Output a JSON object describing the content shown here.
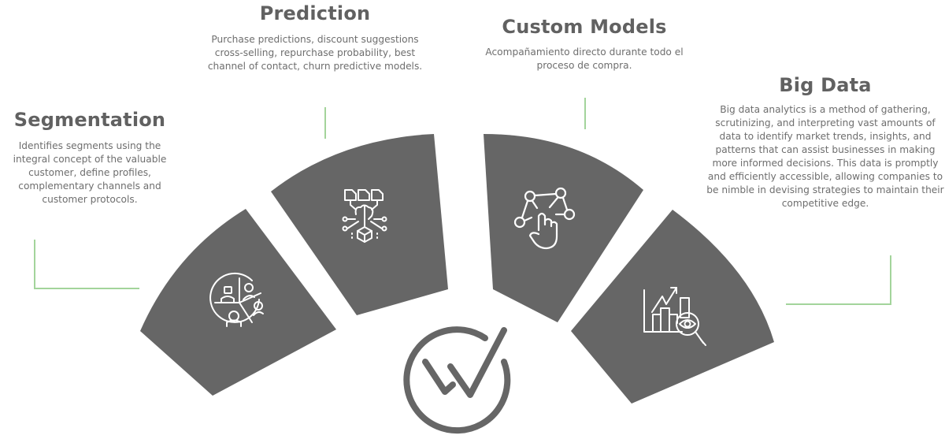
{
  "colors": {
    "segment_fill": "#666666",
    "connector": "#a3d49b",
    "icon_stroke": "#ffffff",
    "logo": "#666666",
    "heading": "#616161",
    "body_text": "#6e6e6e"
  },
  "sections": [
    {
      "id": "segmentation",
      "title": "Segmentation",
      "description": "Identifies segments using the integral concept of the valuable customer, define profiles, complementary channels and customer protocols.",
      "icon": "customer-segments-icon"
    },
    {
      "id": "prediction",
      "title": "Prediction",
      "description": "Purchase predictions, discount suggestions cross-selling, repurchase probability, best channel of contact, churn predictive models.",
      "icon": "ai-brain-network-icon"
    },
    {
      "id": "custom_models",
      "title": "Custom Models",
      "description": "Acompañamiento directo durante todo el proceso de compra.",
      "icon": "network-touch-icon"
    },
    {
      "id": "big_data",
      "title": "Big Data",
      "description": "Big data analytics is a method of gathering, scrutinizing, and interpreting vast amounts of data to identify market trends, insights, and patterns that can assist businesses in making more informed decisions. This data is promptly and efficiently accessible, allowing companies to be nimble in devising strategies to maintain their competitive edge.",
      "icon": "chart-analysis-icon"
    }
  ],
  "logo": {
    "name": "brand-check-logo"
  }
}
